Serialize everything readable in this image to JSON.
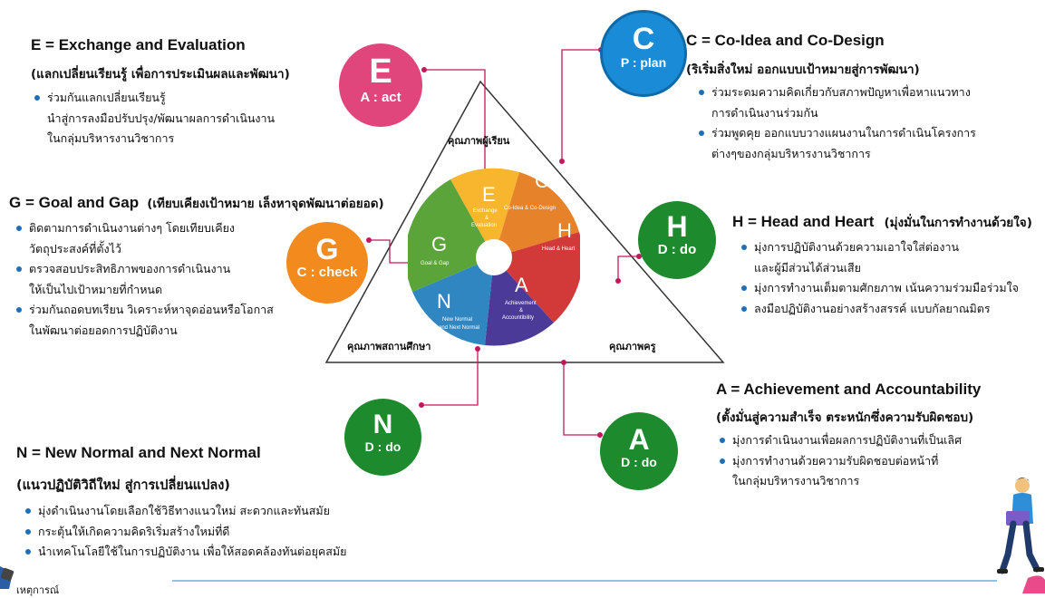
{
  "center": {
    "top_label": "คุณภาพผู้เรียน",
    "left_label": "คุณภาพสถานศึกษา",
    "right_label": "คุณภาพครู",
    "segments": {
      "E": {
        "letter": "E",
        "line1": "Exchange",
        "line2": "&",
        "line3": "Evaluation"
      },
      "C": {
        "letter": "C",
        "line1": "Co-Idea & Co-Design"
      },
      "H": {
        "letter": "H",
        "line1": "Head & Heart"
      },
      "A": {
        "letter": "A",
        "line1": "Achievement",
        "line2": "&",
        "line3": "Accountibility"
      },
      "N": {
        "letter": "N",
        "line1": "New Normal",
        "line2": "and Next Normal"
      },
      "G": {
        "letter": "G",
        "line1": "Goal & Gap"
      }
    }
  },
  "circles": {
    "E": {
      "letter": "E",
      "sub": "A : act",
      "color": "#e0457b"
    },
    "C": {
      "letter": "C",
      "sub": "P : plan",
      "color": "#1a8bd6"
    },
    "H": {
      "letter": "H",
      "sub": "D : do",
      "color": "#1d8a2e"
    },
    "A": {
      "letter": "A",
      "sub": "D : do",
      "color": "#1d8a2e"
    },
    "N": {
      "letter": "N",
      "sub": "D : do",
      "color": "#1d8a2e"
    },
    "G": {
      "letter": "G",
      "sub": "C : check",
      "color": "#f28a1d"
    }
  },
  "sections": {
    "E": {
      "title": "E = Exchange and Evaluation",
      "subtitle": "(แลกเปลี่ยนเรียนรู้ เพื่อการประเมินผลและพัฒนา)",
      "bullets": [
        {
          "lines": [
            "ร่วมกันแลกเปลี่ยนเรียนรู้",
            "นำสู่การลงมือปรับปรุง/พัฒนาผลการดำเนินงาน",
            "ในกลุ่มบริหารงานวิชาการ"
          ]
        }
      ]
    },
    "C": {
      "title": "C = Co-Idea and Co-Design",
      "subtitle": "(ริเริ่มสิ่งใหม่ ออกแบบเป้าหมายสู่การพัฒนา)",
      "bullets": [
        {
          "lines": [
            "ร่วมระดมความคิดเกี่ยวกับสภาพปัญหาเพื่อหาแนวทาง",
            "การดำเนินงานร่วมกัน"
          ]
        },
        {
          "lines": [
            "ร่วมพูดคุย ออกแบบวางแผนงานในการดำเนินโครงการ",
            "ต่างๆของกลุ่มบริหารงานวิชาการ"
          ]
        }
      ]
    },
    "G": {
      "title": "G =  Goal and Gap",
      "title_th": "(เทียบเคียงเป้าหมาย  เล็งหาจุดพัฒนาต่อยอด)",
      "bullets": [
        {
          "lines": [
            "ติดตามการดำเนินงานต่างๆ โดยเทียบเคียง",
            "วัตถุประสงค์ที่ตั้งไว้"
          ]
        },
        {
          "lines": [
            "ตรวจสอบประสิทธิภาพของการดำเนินงาน",
            "ให้เป็นไปเป้าหมายที่กำหนด"
          ]
        },
        {
          "lines": [
            "ร่วมกันถอดบทเรียน วิเคราะห์หาจุดอ่อนหรือโอกาส",
            "ในพัฒนาต่อยอดการปฏิบัติงาน"
          ]
        }
      ]
    },
    "H": {
      "title": "H = Head and Heart",
      "title_th": "(มุ่งมั่นในการทำงานด้วยใจ)",
      "bullets": [
        {
          "lines": [
            "มุ่งการปฏิบัติงานด้วยความเอาใจใส่ต่องาน",
            "และผู้มีส่วนได้ส่วนเสีย"
          ]
        },
        {
          "lines": [
            "มุ่งการทำงานเต็มตามศักยภาพ เน้นความร่วมมือร่วมใจ"
          ]
        },
        {
          "lines": [
            "ลงมือปฏิบัติงานอย่างสร้างสรรค์ แบบกัลยาณมิตร"
          ]
        }
      ]
    },
    "A": {
      "title": "A = Achievement and Accountability",
      "subtitle": "(ตั้งมั่นสู่ความสำเร็จ ตระหนักซึ่งความรับผิดชอบ)",
      "bullets": [
        {
          "lines": [
            "มุ่งการดำเนินงานเพื่อผลการปฏิบัติงานที่เป็นเลิศ"
          ]
        },
        {
          "lines": [
            "มุ่งการทำงานด้วยความรับผิดชอบต่อหน้าที่",
            "ในกลุ่มบริหารงานวิชาการ"
          ]
        }
      ]
    },
    "N": {
      "title": "N = New Normal and Next Normal",
      "subtitle": "(แนวปฏิบัติวิถีใหม่ สู่การเปลี่ยนแปลง)",
      "bullets": [
        {
          "lines": [
            "มุ่งดำเนินงานโดยเลือกใช้วิธีทางแนวใหม่ สะดวกและทันสมัย"
          ]
        },
        {
          "lines": [
            "กระตุ้นให้เกิดความคิดริเริ่มสร้างใหม่ที่ดี"
          ]
        },
        {
          "lines": [
            "นำเทคโนโลยีใช้ในการปฏิบัติงาน เพื่อให้สอดคล้องทันต่อยุคสมัย"
          ]
        }
      ]
    }
  },
  "footer_text": "เหตุการณ์"
}
